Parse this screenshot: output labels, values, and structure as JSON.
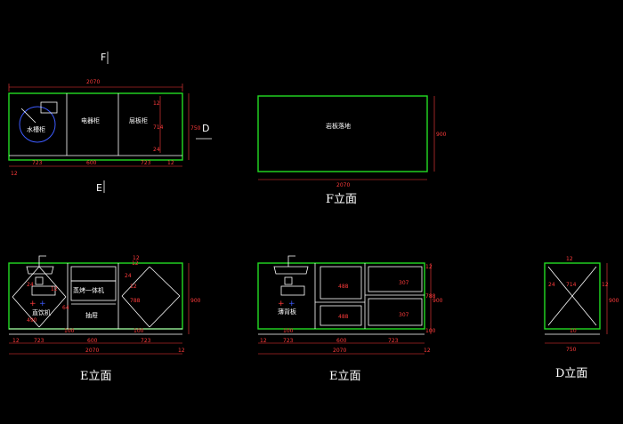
{
  "plan": {
    "f_marker": "F",
    "e_marker": "E",
    "d_marker": "D",
    "total_width": "2070",
    "depth": "750",
    "seg_left": "723",
    "seg_mid": "600",
    "seg_right": "723",
    "seg_end": "12",
    "seg_start": "12",
    "side_small_top": "12",
    "side_714": "714",
    "side_24": "24",
    "cabinets": [
      "水槽柜",
      "电器柜",
      "层板柜"
    ]
  },
  "f_elevation": {
    "label": "岩板落地",
    "width": "2070",
    "height": "900",
    "title": "F立面"
  },
  "e1": {
    "title": "E立面",
    "appliance_label": "蒸烤一体机",
    "drawer_label": "抽屉",
    "purifier_label": "直饮机",
    "top_12": "12",
    "right_height": "900",
    "right_788": "788",
    "right_12a": "12",
    "right_100": "100",
    "left_12": "12",
    "left_24": "24",
    "left_490": "490",
    "left_12b": "12",
    "left_100": "100",
    "left_64": "64",
    "mid_24": "24",
    "mid_12": "12",
    "mid_100": "100",
    "bot_12a": "12",
    "bot_723a": "723",
    "bot_600": "600",
    "bot_723b": "723",
    "bot_total": "2070",
    "bot_12b": "12"
  },
  "e2": {
    "title": "E立面",
    "panel_label": "薄背板",
    "mid_top": "488",
    "mid_bot": "488",
    "right_top": "307",
    "right_bot": "307",
    "right_height": "900",
    "right_788": "788",
    "right_12": "12",
    "right_100": "100",
    "left_100": "100",
    "bot_12": "12",
    "bot_723a": "723",
    "bot_600": "600",
    "bot_723b": "723",
    "bot_total": "2070",
    "bot_12b": "12"
  },
  "d_elevation": {
    "title": "D立面",
    "top_12": "12",
    "width_714": "714",
    "left_24": "24",
    "right_12": "12",
    "height": "900",
    "inner_10": "10",
    "width": "750"
  }
}
